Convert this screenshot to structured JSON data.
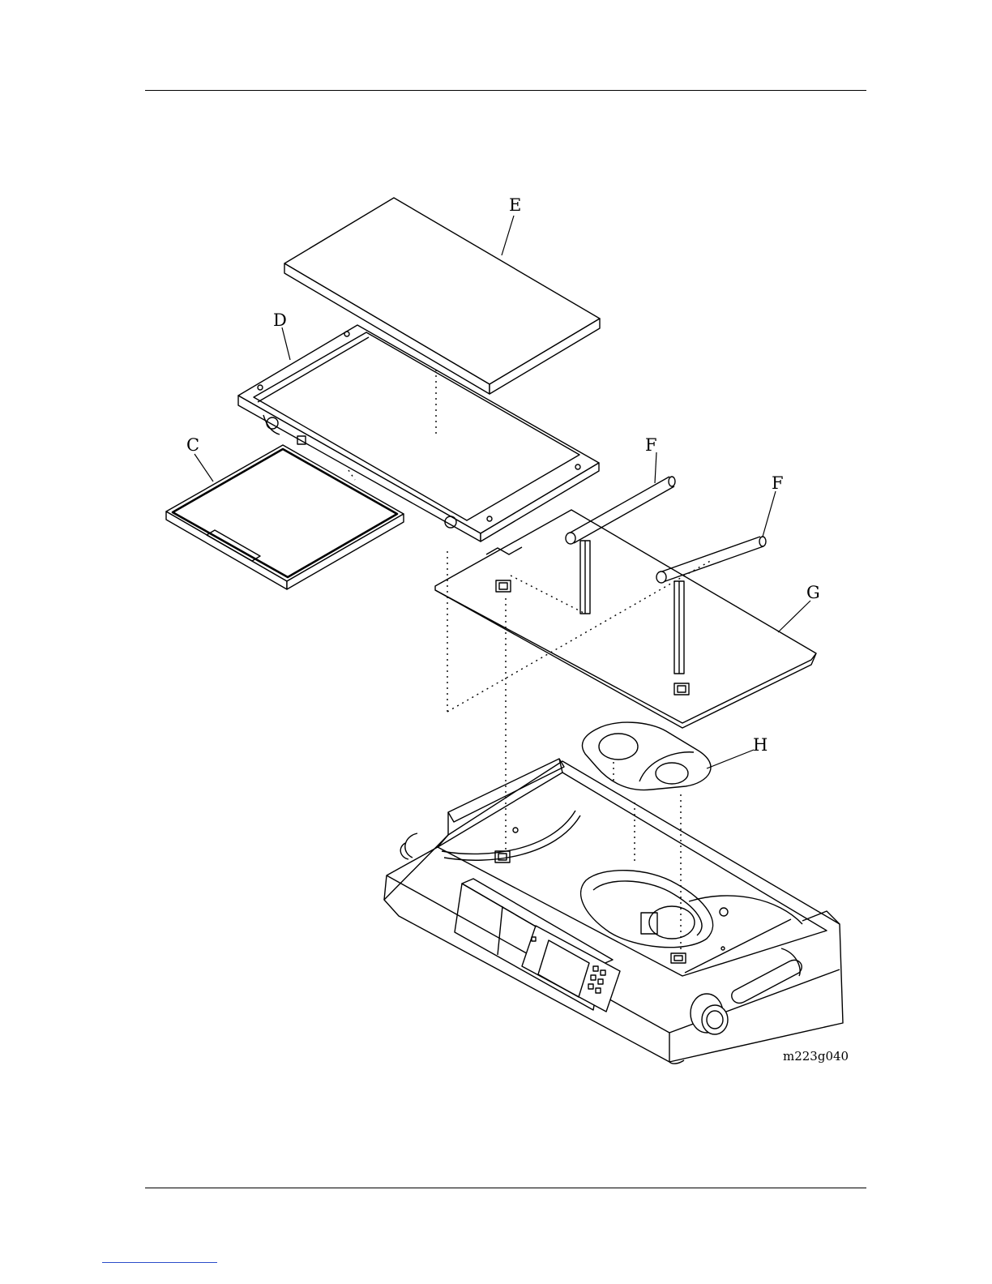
{
  "figure": {
    "labels": {
      "c": "C",
      "d": "D",
      "e": "E",
      "f1": "F",
      "f2": "F",
      "g": "G",
      "h": "H"
    },
    "figure_code": "m223g040"
  }
}
